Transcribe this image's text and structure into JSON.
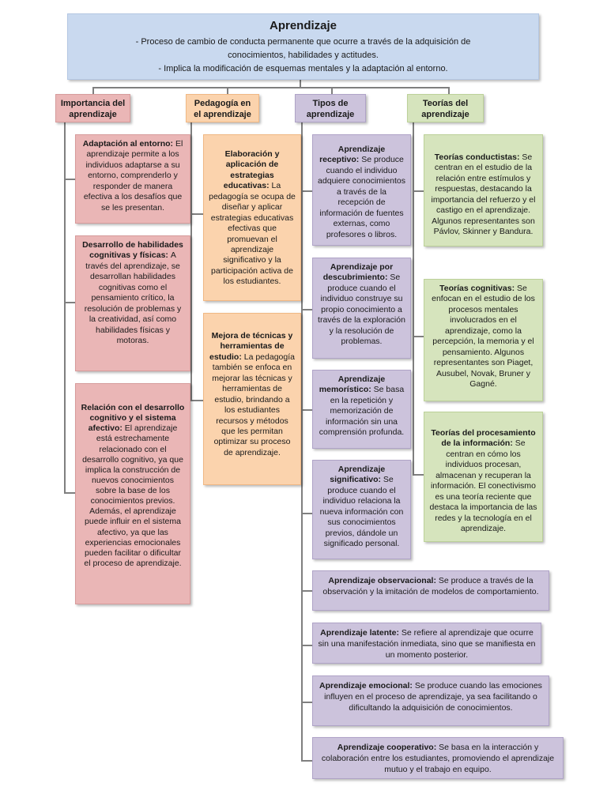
{
  "root": {
    "title": "Aprendizaje",
    "line1": "- Proceso de cambio de conducta permanente que ocurre a través de la adquisición de",
    "line2": "conocimientos, habilidades y actitudes.",
    "line3": "- Implica la modificación de esquemas mentales y la adaptación al entorno."
  },
  "headers": {
    "importancia": "Importancia del aprendizaje",
    "pedagogia": "Pedagogía en el aprendizaje",
    "tipos": "Tipos de aprendizaje",
    "teorias": "Teorías del aprendizaje"
  },
  "importancia": [
    {
      "title": "Adaptación al entorno:",
      "text": "El aprendizaje permite a los individuos adaptarse a su entorno, comprenderlo y responder de manera efectiva a los desafíos que se les presentan."
    },
    {
      "title": "Desarrollo de habilidades cognitivas y físicas:",
      "text": "A través del aprendizaje, se desarrollan habilidades cognitivas como el pensamiento crítico, la resolución de problemas y la creatividad, así como habilidades físicas y motoras."
    },
    {
      "title": "Relación con el desarrollo cognitivo y el sistema afectivo:",
      "text": "El aprendizaje está estrechamente relacionado con el desarrollo cognitivo, ya que implica la construcción de nuevos conocimientos sobre la base de los conocimientos previos. Además, el aprendizaje puede influir en el sistema afectivo, ya que las experiencias emocionales pueden facilitar o dificultar el proceso de aprendizaje."
    }
  ],
  "pedagogia": [
    {
      "title": "Elaboración y aplicación de estrategias educativas:",
      "text": "La pedagogía se ocupa de diseñar y aplicar estrategias educativas efectivas que promuevan el aprendizaje significativo y la participación activa de los estudiantes."
    },
    {
      "title": "Mejora de técnicas y herramientas de estudio:",
      "text": "La pedagogía también se enfoca en mejorar las técnicas y herramientas de estudio, brindando a los estudiantes recursos y métodos que les permitan optimizar su proceso de aprendizaje."
    }
  ],
  "tipos": [
    {
      "title": "Aprendizaje receptivo:",
      "text": "Se produce cuando el individuo adquiere conocimientos a través de la recepción de información de fuentes externas, como profesores o libros."
    },
    {
      "title": "Aprendizaje por descubrimiento:",
      "text": "Se produce cuando el individuo construye su propio conocimiento a través de la exploración y la resolución de problemas."
    },
    {
      "title": "Aprendizaje memorístico:",
      "text": "Se basa en la repetición y memorización de información sin una comprensión profunda."
    },
    {
      "title": "Aprendizaje significativo:",
      "text": "Se produce cuando el individuo relaciona la nueva información con sus conocimientos previos, dándole un significado personal."
    },
    {
      "title": "Aprendizaje observacional:",
      "text": "Se produce a través de la observación y la imitación de modelos de comportamiento."
    },
    {
      "title": "Aprendizaje latente:",
      "text": "Se refiere al aprendizaje que ocurre sin una manifestación inmediata, sino que se manifiesta en un momento posterior."
    },
    {
      "title": "Aprendizaje emocional:",
      "text": "Se produce cuando las emociones influyen en el proceso de aprendizaje, ya sea facilitando o dificultando la adquisición de conocimientos."
    },
    {
      "title": "Aprendizaje cooperativo:",
      "text": "Se basa en la interacción y colaboración entre los estudiantes, promoviendo el aprendizaje mutuo y el trabajo en equipo."
    }
  ],
  "teorias": [
    {
      "title": "Teorías conductistas:",
      "text": "Se centran en el estudio de la relación entre estímulos y respuestas, destacando la importancia del refuerzo y el castigo en el aprendizaje. Algunos representantes son Pávlov, Skinner y Bandura."
    },
    {
      "title": "Teorías cognitivas:",
      "text": "Se enfocan en el estudio de los procesos mentales involucrados en el aprendizaje, como la percepción, la memoria y el pensamiento. Algunos representantes son Piaget, Ausubel, Novak, Bruner y Gagné."
    },
    {
      "title": "Teorías del procesamiento de la información:",
      "text": "Se centran en cómo los individuos procesan, almacenan y recuperan la información. El conectivismo es una teoría reciente que destaca la importancia de las redes y la tecnología en el aprendizaje."
    }
  ],
  "colors": {
    "blue": "#c9d9ef",
    "red": "#eab6b6",
    "orange": "#fbd3ad",
    "purple": "#ccc3dc",
    "green": "#d6e4bd",
    "connector": "#7f7f7f"
  }
}
